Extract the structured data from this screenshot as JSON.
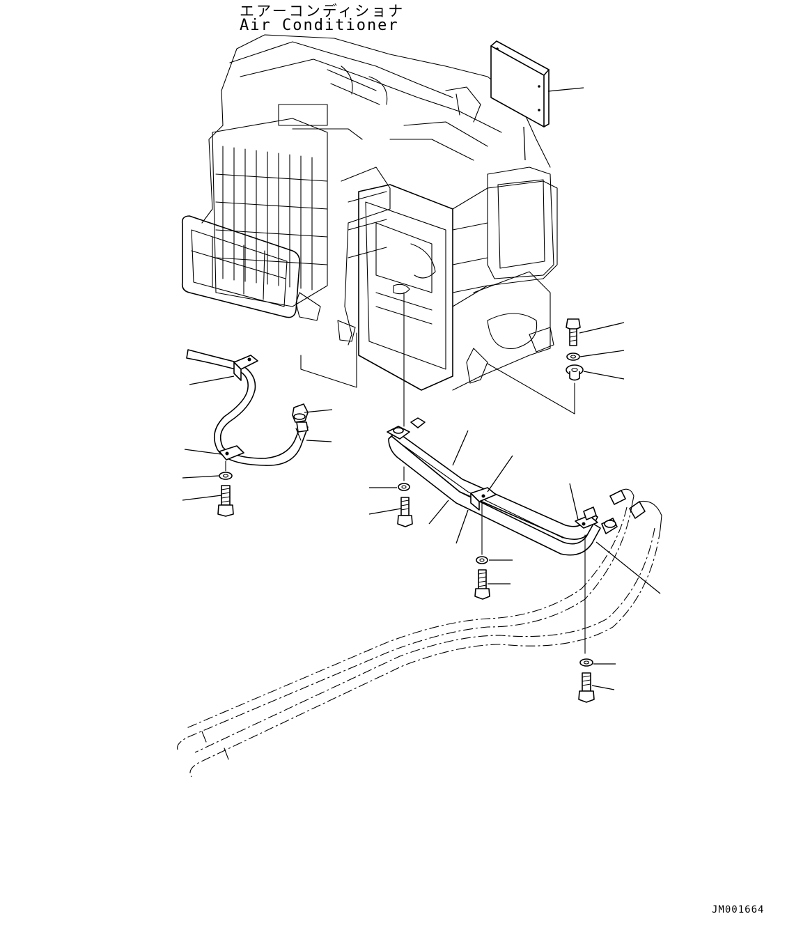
{
  "title": {
    "japanese": "エアーコンディショナ",
    "english": "Air Conditioner"
  },
  "drawing_code": "JM001664",
  "icons": {
    "air_conditioner_unit": "air-conditioner-unit-icon",
    "cover_plate": "cover-plate-icon",
    "hose": "hose-icon",
    "bolt": "bolt-icon",
    "washer": "washer-icon",
    "clamp": "clamp-icon",
    "elbow_fitting": "elbow-fitting-icon"
  }
}
